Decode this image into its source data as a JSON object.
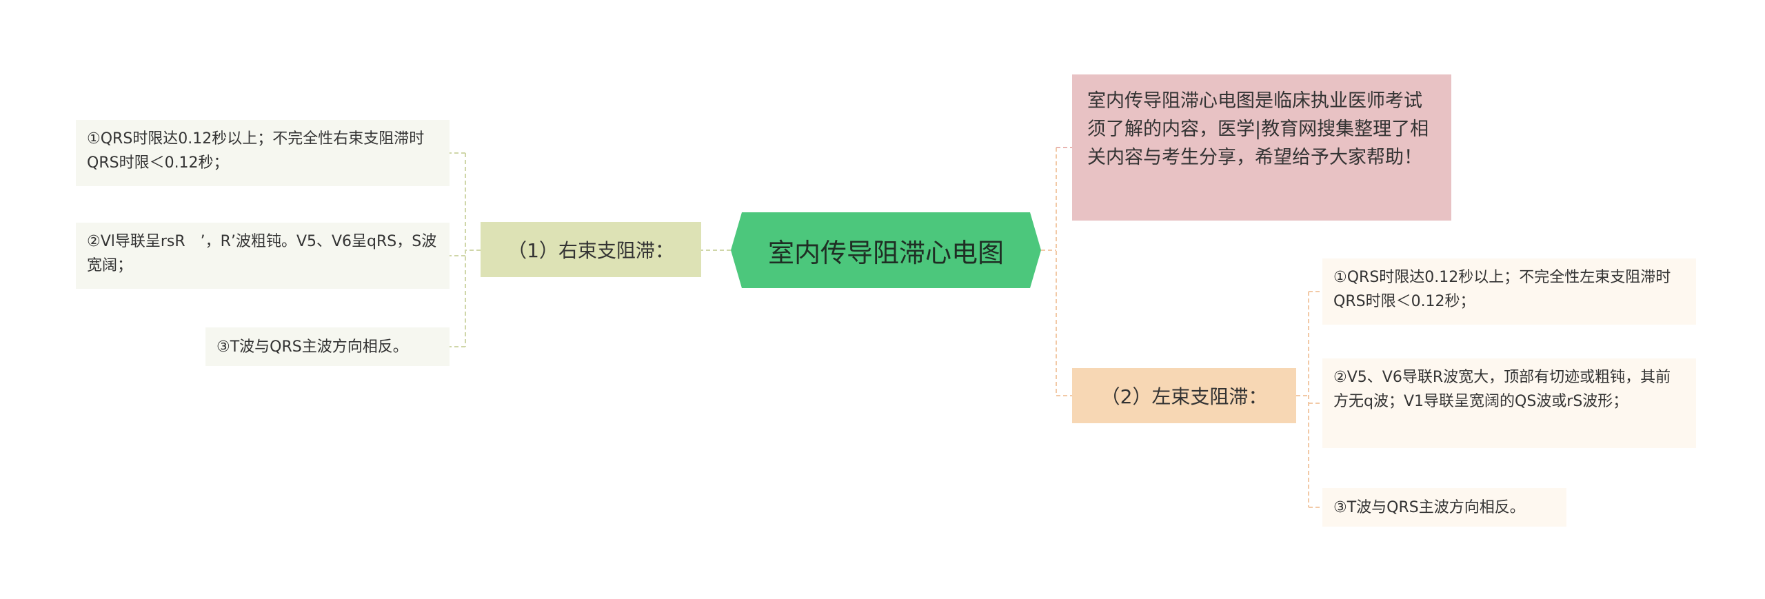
{
  "root": {
    "title": "室内传导阻滞心电图"
  },
  "note": {
    "text": "室内传导阻滞心电图是临床执业医师考试须了解的内容，医学|教育网搜集整理了相关内容与考生分享，希望给予大家帮助！"
  },
  "branches": [
    {
      "label": "（1）右束支阻滞：",
      "items": [
        "①QRS时限达0.12秒以上；不完全性右束支阻滞时QRS时限＜0.12秒；",
        "②Vl导联呈rsR　’，R’波粗钝。V5、V6呈qRS，S波宽阔；",
        "③T波与QRS主波方向相反。"
      ]
    },
    {
      "label": "（2）左束支阻滞：",
      "items": [
        "①QRS时限达0.12秒以上；不完全性左束支阻滞时QRS时限＜0.12秒；",
        "②V5、V6导联R波宽大，顶部有切迹或粗钝，其前方无q波；V1导联呈宽阔的QS波或rS波形；",
        "③T波与QRS主波方向相反。"
      ]
    }
  ],
  "colors": {
    "root": "#4cc77c",
    "note": "#e8c2c4",
    "branch_right": "#dde2b5",
    "branch_left": "#f7d7b4",
    "leaf_right": "#f6f7f0",
    "leaf_left": "#fef8f0",
    "link_right": "#cfd6a8",
    "link_left": "#f2c9a6",
    "link_note": "#e8b4b0"
  }
}
